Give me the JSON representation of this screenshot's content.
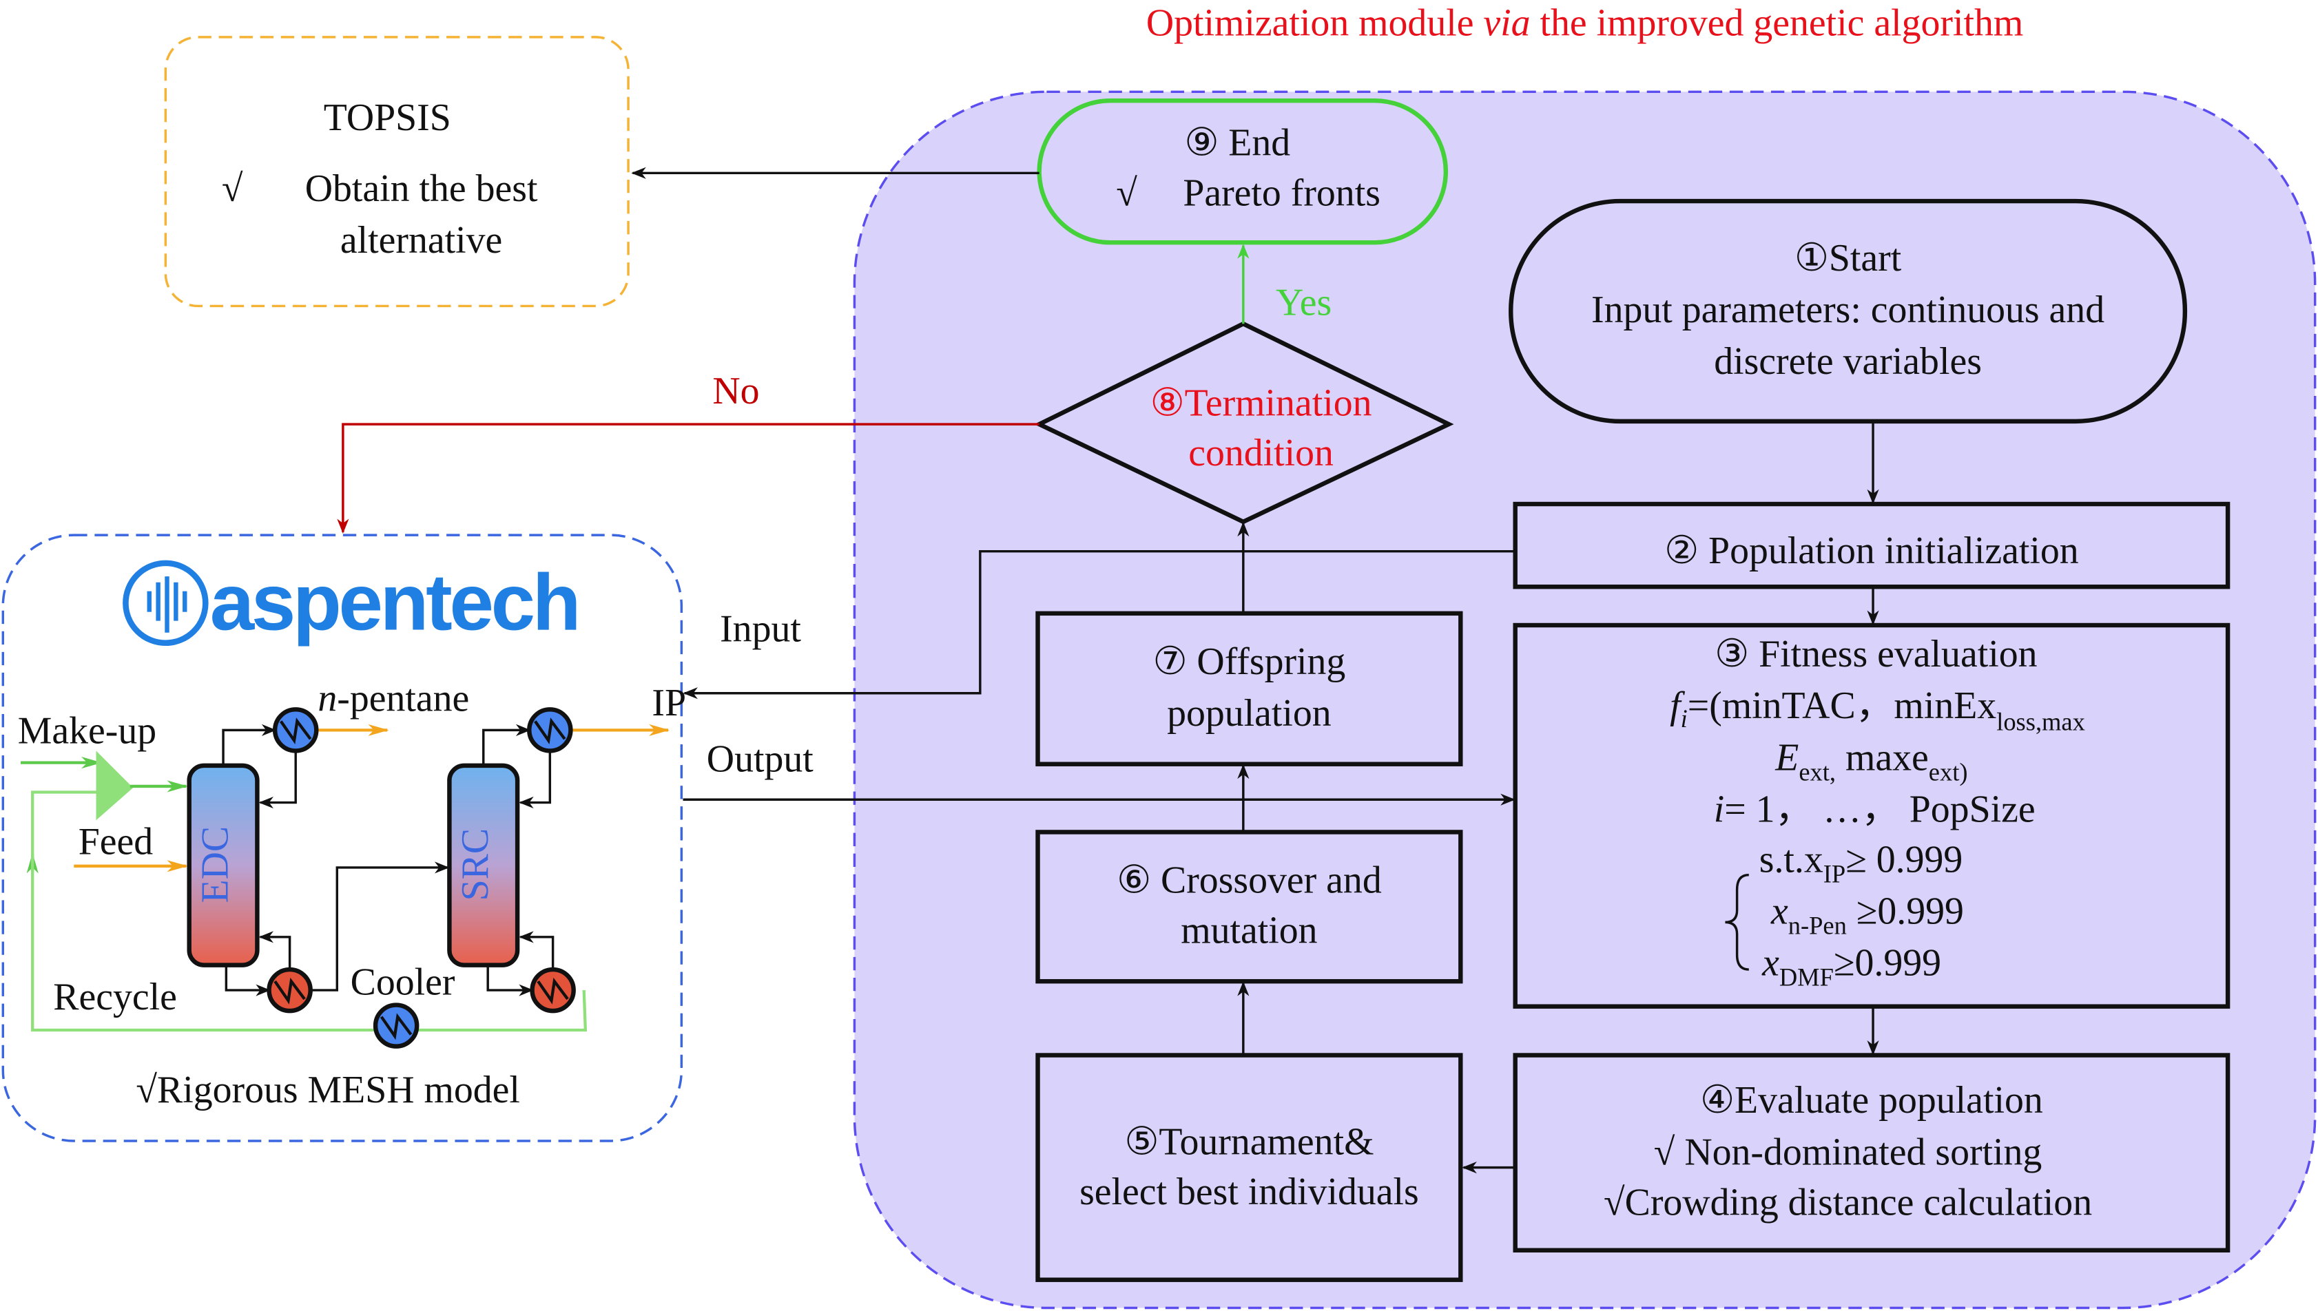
{
  "title": {
    "prefix": "Optimization module ",
    "via": "via",
    "suffix": " the improved genetic algorithm"
  },
  "topsis": {
    "title": "TOPSIS",
    "check": "√",
    "line1": "Obtain the best",
    "line2": "alternative"
  },
  "end": {
    "line1": "⑨ End",
    "check": "√",
    "line2": "Pareto fronts"
  },
  "start": {
    "line1": "①Start",
    "line2": "Input parameters: continuous and",
    "line3": "discrete variables"
  },
  "termination": {
    "line1": "⑧Termination",
    "line2": "condition",
    "yes": "Yes",
    "no": "No"
  },
  "population_init": "② Population initialization",
  "fitness": {
    "title": "③ Fitness evaluation",
    "f": "f",
    "i_sub": "i",
    "eq1": "=(minTAC，minEx",
    "sub1": "loss,max",
    "e": "E",
    "sub2": "ext,",
    "eq2": "  maxe",
    "sub3": "ext)",
    "i": "i",
    "eq3": "= 1， …， PopSize",
    "c1a": "s.t.x",
    "c1sub": "IP",
    "c1b": "≥ 0.999",
    "c2a": "x",
    "c2sub": "n-Pen",
    "c2b": " ≥0.999",
    "c3a": "x",
    "c3sub": "DMF",
    "c3b": "≥0.999"
  },
  "evaluate": {
    "line1": "④Evaluate population",
    "line2": "√ Non-dominated sorting",
    "line3": "√Crowding distance calculation"
  },
  "tournament": {
    "line1": "⑤Tournament&",
    "line2": "select best individuals"
  },
  "crossover": {
    "line1": "⑥ Crossover and",
    "line2": "mutation"
  },
  "offspring": {
    "line1": "⑦ Offspring",
    "line2": "population"
  },
  "io": {
    "input": "Input",
    "output": "Output",
    "ip": "IP"
  },
  "aspen": {
    "logo": "aspentech",
    "makeup": "Make-up",
    "feed": "Feed",
    "recycle": "Recycle",
    "cooler": "Cooler",
    "npentane_n": "n",
    "npentane": "-pentane",
    "edc": "EDC",
    "src": "SRC",
    "mesh": "√Rigorous MESH model"
  },
  "colors": {
    "module_fill": "#d9d2fb",
    "module_border": "#5b4df0",
    "end_border": "#45d13a",
    "no_arrow": "#c00000",
    "title": "#e8101a",
    "topsis_border": "#f5b335",
    "logo": "#1f7fe3",
    "stream_orange": "#f3a51d",
    "stream_green": "#6fdc5a"
  }
}
